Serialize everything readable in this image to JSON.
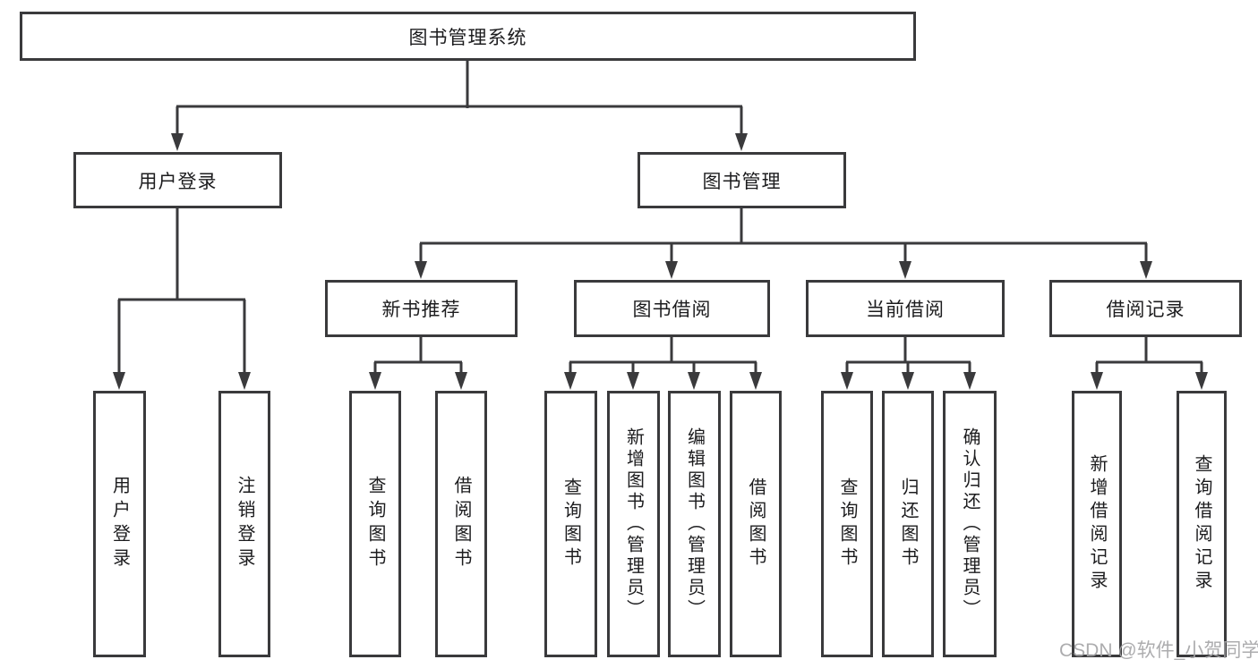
{
  "tree": {
    "root": "图书管理系统",
    "children": [
      {
        "label": "用户登录",
        "children": [
          "用户登录",
          "注销登录"
        ]
      },
      {
        "label": "图书管理",
        "children": [
          {
            "label": "新书推荐",
            "children": [
              "查询图书",
              "借阅图书"
            ]
          },
          {
            "label": "图书借阅",
            "children": [
              "查询图书",
              "新增图书（管理员）",
              "编辑图书（管理员）",
              "借阅图书"
            ]
          },
          {
            "label": "当前借阅",
            "children": [
              "查询图书",
              "归还图书",
              "确认归还（管理员）"
            ]
          },
          {
            "label": "借阅记录",
            "children": [
              "新增借阅记录",
              "查询借阅记录"
            ]
          }
        ]
      }
    ]
  },
  "watermark": "CSDN @软件_小贺同学",
  "colors": {
    "line": "#3a3a3c",
    "box_border": "#3a3a3c",
    "box_background": "#ffffff",
    "text": "#1c1c1e",
    "watermark": "#a6a6a8"
  }
}
